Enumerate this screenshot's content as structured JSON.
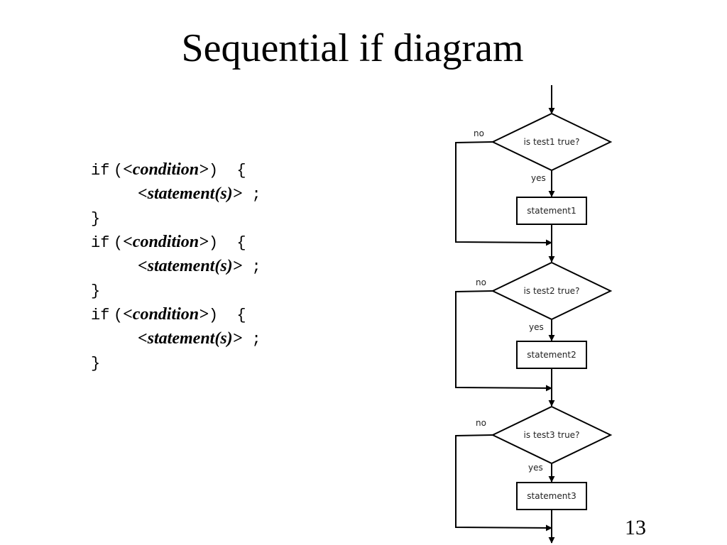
{
  "slide": {
    "title": "Sequential if diagram",
    "page_number": "13"
  },
  "code": {
    "if_keyword": "if",
    "open_paren": "(",
    "condition": "<condition>",
    "close_paren_brace": ")  {",
    "statement": "<statement(s)>",
    "semicolon": " ;",
    "close_brace": "}"
  },
  "flowchart": {
    "steps": [
      {
        "decision": "is test1 true?",
        "statement": "statement1",
        "no_label": "no",
        "yes_label": "yes"
      },
      {
        "decision": "is test2 true?",
        "statement": "statement2",
        "no_label": "no",
        "yes_label": "yes"
      },
      {
        "decision": "is test3 true?",
        "statement": "statement3",
        "no_label": "no",
        "yes_label": "yes"
      }
    ]
  }
}
